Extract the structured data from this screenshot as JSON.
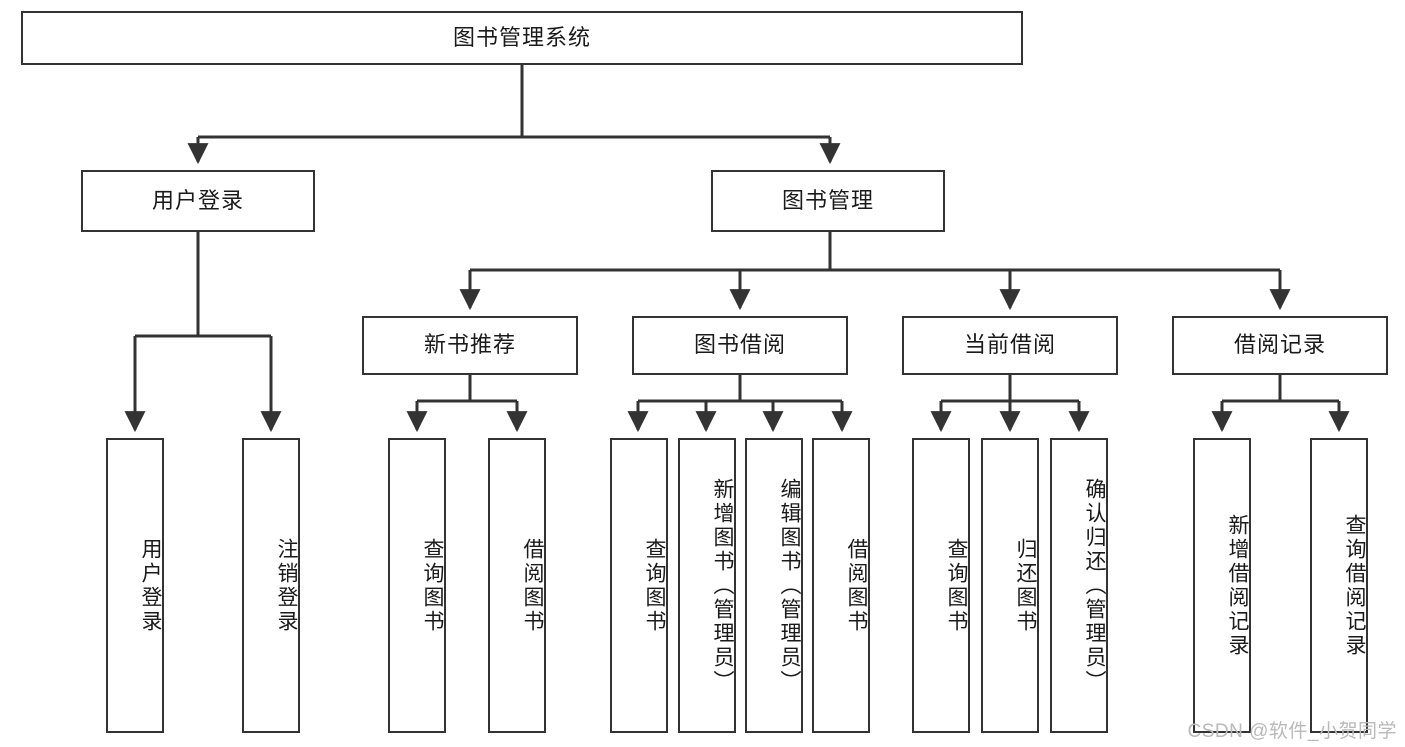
{
  "diagram": {
    "title": "图书管理系统",
    "type": "tree-hierarchy-chart",
    "root": {
      "label": "图书管理系统"
    },
    "level2": [
      {
        "label": "用户登录"
      },
      {
        "label": "图书管理"
      }
    ],
    "level3": [
      {
        "label": "新书推荐"
      },
      {
        "label": "图书借阅"
      },
      {
        "label": "当前借阅"
      },
      {
        "label": "借阅记录"
      }
    ],
    "leaves": {
      "user_login": [
        {
          "label": "用户登录"
        },
        {
          "label": "注销登录"
        }
      ],
      "new_book": [
        {
          "label": "查询图书"
        },
        {
          "label": "借阅图书"
        }
      ],
      "borrow_book": [
        {
          "label": "查询图书"
        },
        {
          "label": "新增图书（管理员）"
        },
        {
          "label": "编辑图书（管理员）"
        },
        {
          "label": "借阅图书"
        }
      ],
      "current_borrow": [
        {
          "label": "查询图书"
        },
        {
          "label": "归还图书"
        },
        {
          "label": "确认归还（管理员）"
        }
      ],
      "borrow_record": [
        {
          "label": "新增借阅记录"
        },
        {
          "label": "查询借阅记录"
        }
      ]
    }
  },
  "watermark": {
    "text": "CSDN @软件_小贺同学"
  },
  "colors": {
    "stroke": "#333333",
    "background": "#ffffff",
    "text": "#1a1a1a",
    "watermark": "#b9b9b9"
  }
}
